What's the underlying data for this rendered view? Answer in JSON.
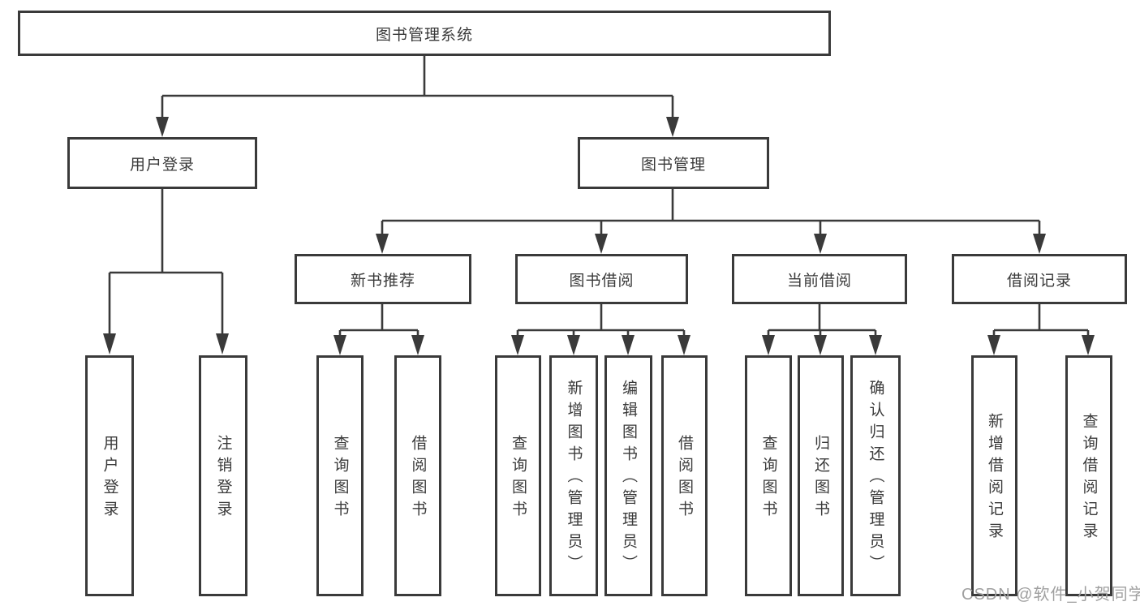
{
  "diagram_title": "图书管理系统",
  "tree": {
    "root": "图书管理系统",
    "branches": [
      {
        "label": "用户登录",
        "children": [
          "用户登录",
          "注销登录"
        ]
      },
      {
        "label": "图书管理",
        "groups": [
          {
            "label": "新书推荐",
            "children": [
              "查询图书",
              "借阅图书"
            ]
          },
          {
            "label": "图书借阅",
            "children": [
              "查询图书",
              "新增图书（管理员）",
              "编辑图书（管理员）",
              "借阅图书"
            ]
          },
          {
            "label": "当前借阅",
            "children": [
              "查询图书",
              "归还图书",
              "确认归还（管理员）"
            ]
          },
          {
            "label": "借阅记录",
            "children": [
              "新增借阅记录",
              "查询借阅记录"
            ]
          }
        ]
      }
    ]
  },
  "watermark": "CSDN @软件_小贺同学",
  "colors": {
    "line": "#3a3a3a",
    "box_border": "#3a3a3a",
    "box_fill": "#ffffff",
    "text": "#3a3a3a",
    "watermark": "#a0a0a0",
    "background": "#ffffff"
  }
}
